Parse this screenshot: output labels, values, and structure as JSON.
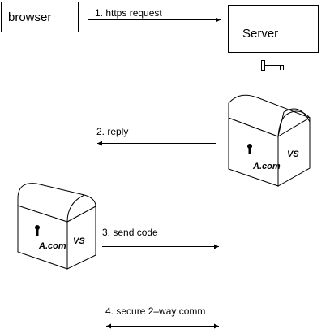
{
  "nodes": {
    "browser": {
      "label": "browser"
    },
    "server": {
      "label": "Server"
    }
  },
  "arrows": {
    "step1": {
      "label": "1. https request"
    },
    "step2": {
      "label": "2. reply"
    },
    "step3": {
      "label": "3. send code"
    },
    "step4": {
      "label": "4. secure 2–way comm"
    }
  },
  "server_chest": {
    "owner_label": "A.com",
    "mark_label": "VS"
  },
  "client_chest": {
    "owner_label": "A.com",
    "mark_label": "VS"
  },
  "icons": {
    "key": "key-icon",
    "lock": "keyhole-icon"
  },
  "colors": {
    "line": "#000000",
    "background": "#ffffff"
  }
}
